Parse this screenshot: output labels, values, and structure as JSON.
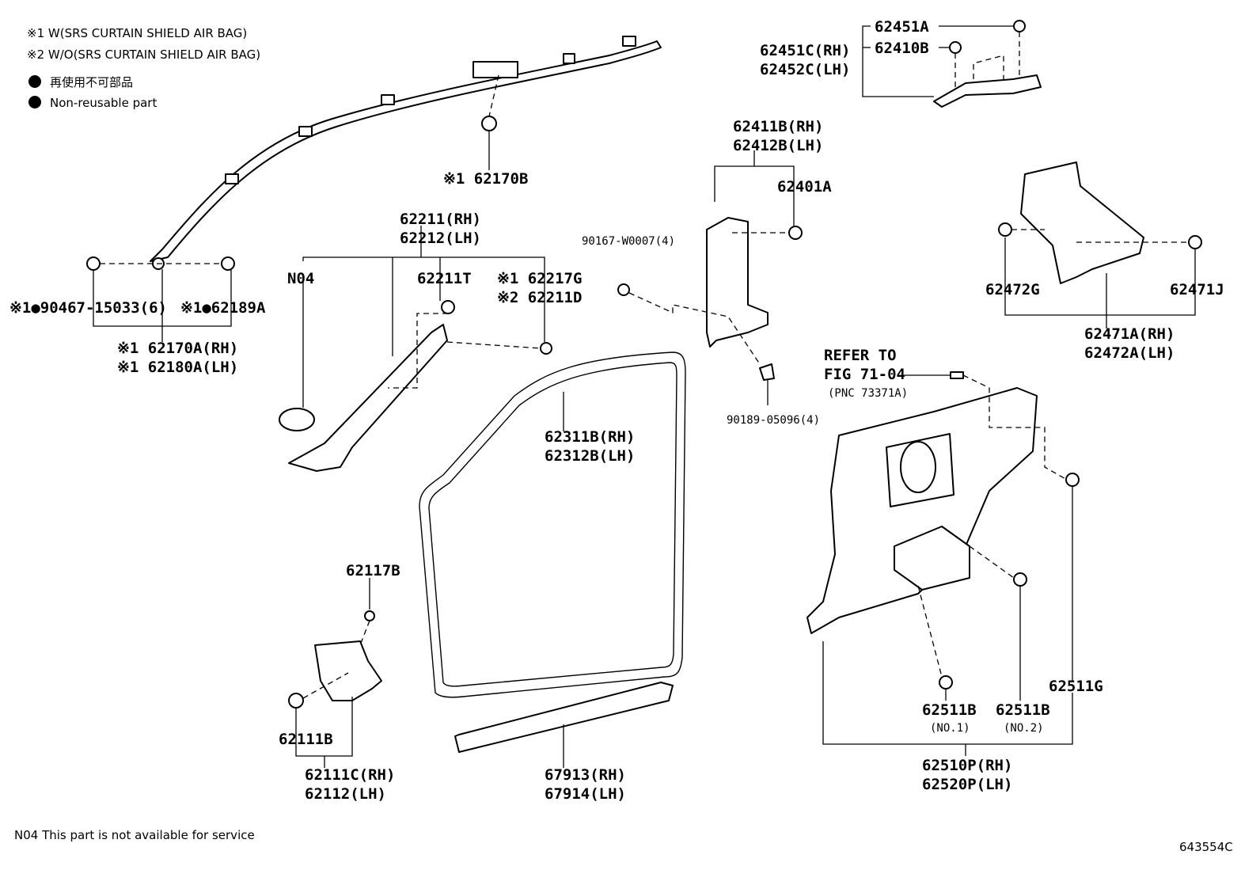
{
  "legend": {
    "note1": "※1 W(SRS CURTAIN SHIELD AIR BAG)",
    "note2": "※2 W/O(SRS CURTAIN SHIELD AIR BAG)",
    "nonreusable_jp": "再使用不可部品",
    "nonreusable_en": "Non-reusable part"
  },
  "footer": {
    "n04_note": "N04  This part is not available for service",
    "diagram_id": "643554C"
  },
  "labels": {
    "p62451A": "62451A",
    "p62410B": "62410B",
    "p62451C": "62451C(RH)",
    "p62452C": "62452C(LH)",
    "p62170B": "※1 62170B",
    "p62411B": "62411B(RH)",
    "p62412B": "62412B(LH)",
    "p62401A": "62401A",
    "p90167": "90167-W0007(4)",
    "p62211": "62211(RH)",
    "p62212": "62212(LH)",
    "pN04": "N04",
    "p62211T": "62211T",
    "p62217G": "※1 62217G",
    "p62211D": "※2 62211D",
    "p90467": "※1●90467-15033(6)",
    "p62189A": "※1●62189A",
    "p62170A": "※1 62170A(RH)",
    "p62180A": "※1 62180A(LH)",
    "p62472G": "62472G",
    "p62471J": "62471J",
    "p62471A": "62471A(RH)",
    "p62472A": "62472A(LH)",
    "refer1": "REFER TO",
    "refer2": "FIG 71-04",
    "refer3": "(PNC 73371A)",
    "p90189": "90189-05096(4)",
    "p62311B": "62311B(RH)",
    "p62312B": "62312B(LH)",
    "p62117B": "62117B",
    "p62111B": "62111B",
    "p62111C": "62111C(RH)",
    "p62112": "62112(LH)",
    "p67913": "67913(RH)",
    "p67914": "67914(LH)",
    "p62511G": "62511G",
    "p62511B1": "62511B",
    "no1": "(NO.1)",
    "p62511B2": "62511B",
    "no2": "(NO.2)",
    "p62510P": "62510P(RH)",
    "p62520P": "62520P(LH)"
  }
}
